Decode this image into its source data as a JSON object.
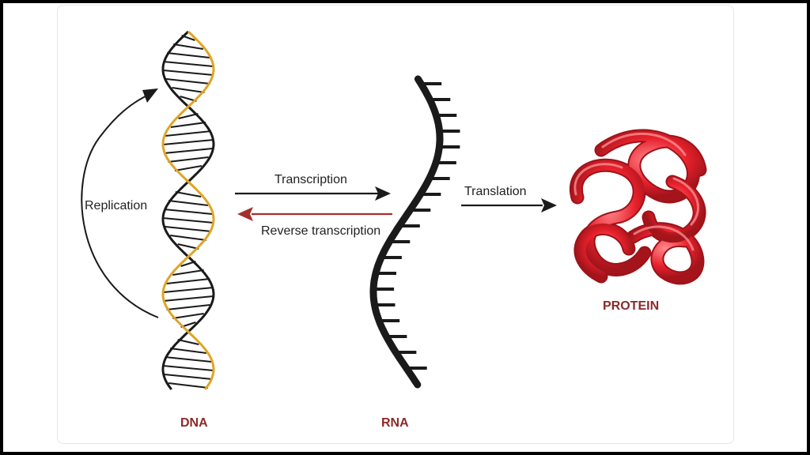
{
  "labels": {
    "replication": "Replication",
    "transcription": "Transcription",
    "reverse_transcription": "Reverse transcription",
    "translation": "Translation",
    "dna": "DNA",
    "rna": "RNA",
    "protein": "PROTEIN"
  },
  "colors": {
    "dna_strand_a": "#e0a526",
    "dna_strand_b": "#1a1a1a",
    "rna_strand": "#1a1a1a",
    "arrow_forward": "#1a1a1a",
    "arrow_reverse": "#a3302b",
    "protein": "#e8212c",
    "name_label": "#8b2a2a"
  },
  "icons": {
    "dna": "double-helix-icon",
    "rna": "single-strand-icon",
    "protein": "folded-chain-icon"
  }
}
